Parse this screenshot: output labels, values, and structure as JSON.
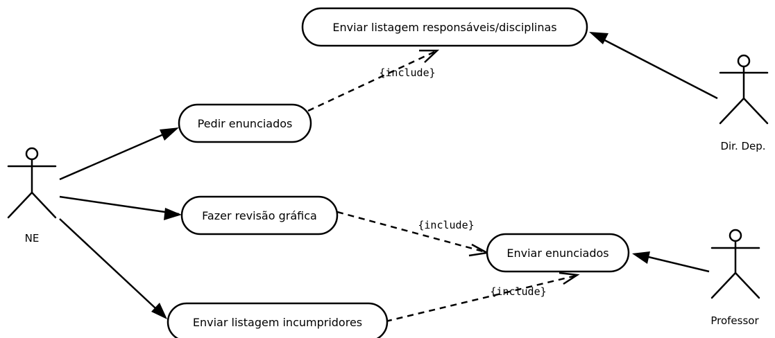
{
  "actors": {
    "ne": {
      "name": "NE"
    },
    "dir_dep": {
      "name": "Dir. Dep."
    },
    "professor": {
      "name": "Professor"
    }
  },
  "use_cases": {
    "enviar_listagem_responsaveis": {
      "label": "Enviar listagem responsáveis/disciplinas"
    },
    "pedir_enunciados": {
      "label": "Pedir enunciados"
    },
    "fazer_revisao": {
      "label": "Fazer revisão gráfica"
    },
    "enviar_enunciados": {
      "label": "Enviar enunciados"
    },
    "enviar_listagem_incumpridores": {
      "label": "Enviar listagem incumpridores"
    }
  },
  "relations": {
    "include_1": {
      "label": "{include}"
    },
    "include_2": {
      "label": "{include}"
    },
    "include_3": {
      "label": "{include}"
    }
  }
}
